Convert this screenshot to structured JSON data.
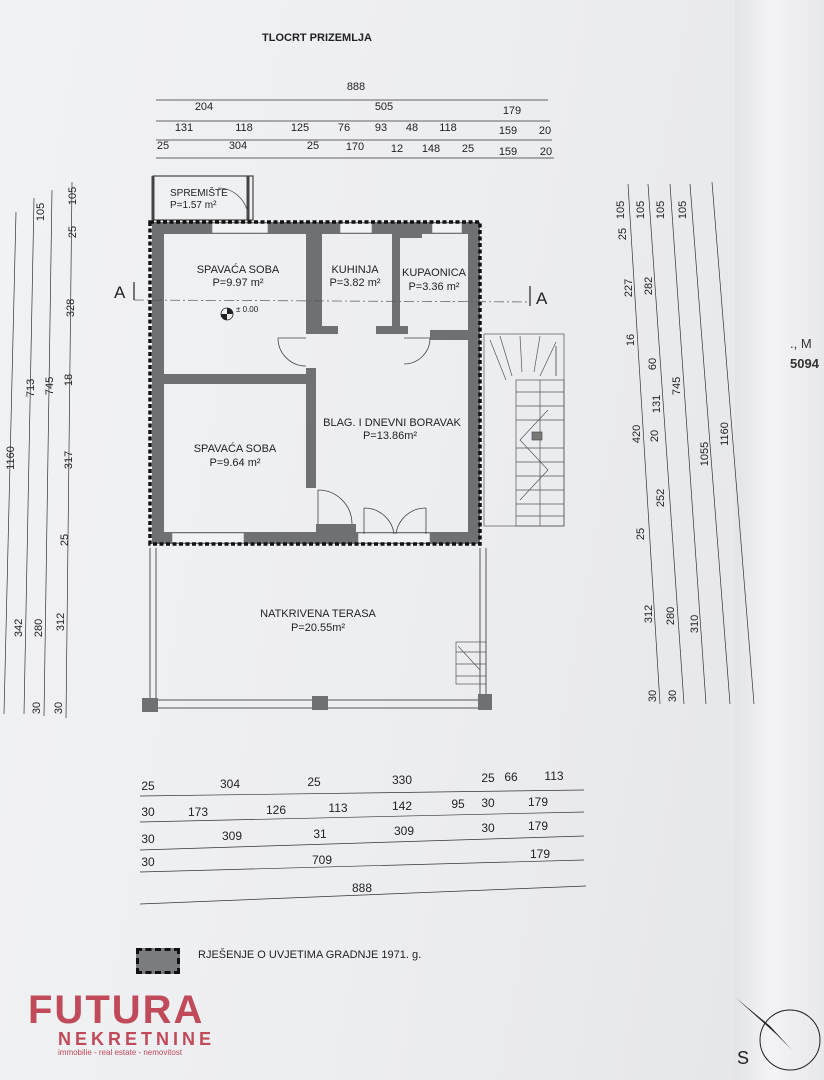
{
  "title": "TLOCRT PRIZEMLJA",
  "rooms": [
    {
      "key": "storage",
      "name": "SPREMIŠTE",
      "area": "P=1.57 m²"
    },
    {
      "key": "bed1",
      "name": "SPAVAĆA SOBA",
      "area": "P=9.97 m²"
    },
    {
      "key": "kitchen",
      "name": "KUHINJA",
      "area": "P=3.82 m²"
    },
    {
      "key": "bath",
      "name": "KUPAONICA",
      "area": "P=3.36 m²"
    },
    {
      "key": "living",
      "name": "BLAG. I DNEVNI BORAVAK",
      "area": "P=13.86m²"
    },
    {
      "key": "bed2",
      "name": "SPAVAĆA SOBA",
      "area": "P=9.64 m²"
    },
    {
      "key": "terrace",
      "name": "NATKRIVENA TERASA",
      "area": "P=20.55m²"
    }
  ],
  "level_mark": "± 0.00",
  "section_marks": [
    "A",
    "A"
  ],
  "dims_top": [
    [
      "888"
    ],
    [
      "204",
      "505",
      "179"
    ],
    [
      "131",
      "118",
      "125",
      "76",
      "93",
      "48",
      "118",
      "159",
      "20"
    ],
    [
      "25",
      "304",
      "25",
      "170",
      "12",
      "148",
      "25",
      "159",
      "20"
    ]
  ],
  "dims_bottom": [
    [
      "25",
      "304",
      "25",
      "330",
      "25",
      "66",
      "113"
    ],
    [
      "30",
      "173",
      "126",
      "113",
      "142",
      "95",
      "30",
      "179"
    ],
    [
      "30",
      "309",
      "31",
      "309",
      "30",
      "179"
    ],
    [
      "30",
      "709",
      "179"
    ],
    [
      "888"
    ]
  ],
  "dims_left": [
    [
      "1160"
    ],
    [
      "342",
      "713"
    ],
    [
      "30",
      "280",
      "745",
      "105"
    ],
    [
      "30",
      "312",
      "25",
      "317",
      "18",
      "328",
      "25",
      "105"
    ]
  ],
  "dims_right": [
    [
      "25",
      "105",
      "227",
      "16",
      "420",
      "20",
      "252",
      "25",
      "312",
      "30"
    ],
    [
      "105",
      "282",
      "60",
      "131",
      "280",
      "30"
    ],
    [
      "105",
      "745",
      "310"
    ],
    [
      "105",
      "1055"
    ],
    [
      "1160"
    ]
  ],
  "legend": "RJEŠENJE O UVJETIMA GRADNJE 1971. g.",
  "logo": {
    "main": "FUTURA",
    "sub": "NEKRETNINE",
    "tagline": "immobilie - real estate - nemovitost"
  },
  "side_text": [
    "., M",
    "5094"
  ],
  "orientation": "S",
  "colors": {
    "wall": "#6e7074",
    "dashed_outline": "#111111",
    "logo": "#c04a5a"
  }
}
